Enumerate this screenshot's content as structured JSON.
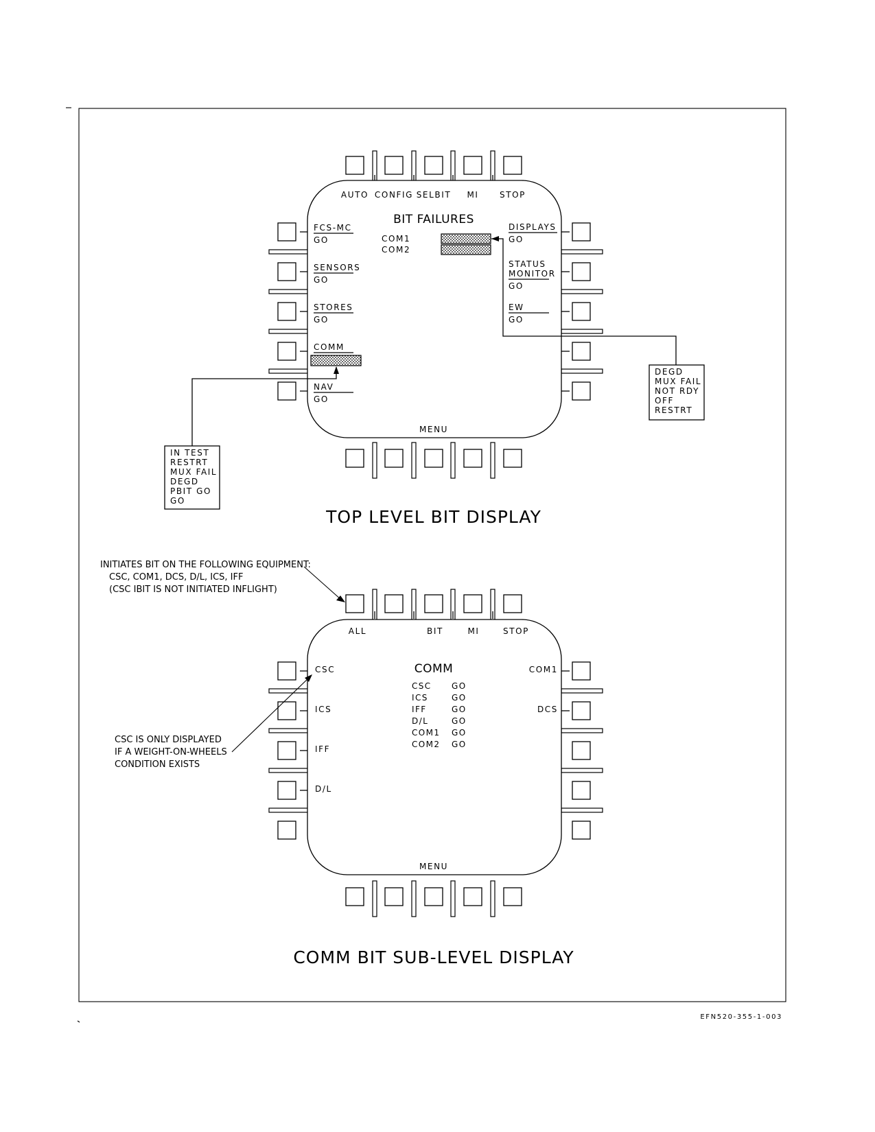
{
  "top_display": {
    "title": "TOP LEVEL BIT DISPLAY",
    "screen_title": "BIT FAILURES",
    "top_buttons": [
      "AUTO",
      "CONFIG",
      "SELBIT",
      "MI",
      "STOP"
    ],
    "bottom_label": "MENU",
    "left_items": [
      {
        "label": "FCS-MC",
        "status": "GO"
      },
      {
        "label": "SENSORS",
        "status": "GO"
      },
      {
        "label": "STORES",
        "status": "GO"
      },
      {
        "label": "COMM",
        "status": ""
      },
      {
        "label": "NAV",
        "status": "GO"
      }
    ],
    "right_items": [
      {
        "label": "DISPLAYS",
        "status": "GO"
      },
      {
        "label": "STATUS",
        "label2": "MONITOR",
        "status": "GO"
      },
      {
        "label": "EW",
        "status": "GO"
      }
    ],
    "failures": [
      "COM1",
      "COM2"
    ],
    "left_callout": [
      "IN TEST",
      "RESTRT",
      "MUX FAIL",
      "DEGD",
      "PBIT GO",
      "GO"
    ],
    "right_callout": [
      "DEGD",
      "MUX FAIL",
      "NOT RDY",
      "OFF",
      "RESTRT"
    ]
  },
  "comm_display": {
    "title": "COMM BIT SUB-LEVEL DISPLAY",
    "screen_title": "COMM",
    "top_buttons": [
      "ALL",
      "",
      "BIT",
      "MI",
      "STOP"
    ],
    "bottom_label": "MENU",
    "left_items": [
      "CSC",
      "ICS",
      "IFF",
      "D/L"
    ],
    "right_items": [
      "COM1",
      "DCS"
    ],
    "status_rows": [
      {
        "name": "CSC",
        "status": "GO"
      },
      {
        "name": "ICS",
        "status": "GO"
      },
      {
        "name": "IFF",
        "status": "GO"
      },
      {
        "name": "D/L",
        "status": "GO"
      },
      {
        "name": "COM1",
        "status": "GO"
      },
      {
        "name": "COM2",
        "status": "GO"
      }
    ],
    "note_all": [
      "INITIATES BIT ON THE FOLLOWING EQUIPMENT:",
      "CSC, COM1, DCS, D/L, ICS, IFF",
      "(CSC IBIT IS NOT INITIATED INFLIGHT)"
    ],
    "note_csc": [
      "CSC IS ONLY DISPLAYED",
      "IF A WEIGHT-ON-WHEELS",
      "CONDITION EXISTS"
    ]
  },
  "figure_id": "EFN520-355-1-003"
}
